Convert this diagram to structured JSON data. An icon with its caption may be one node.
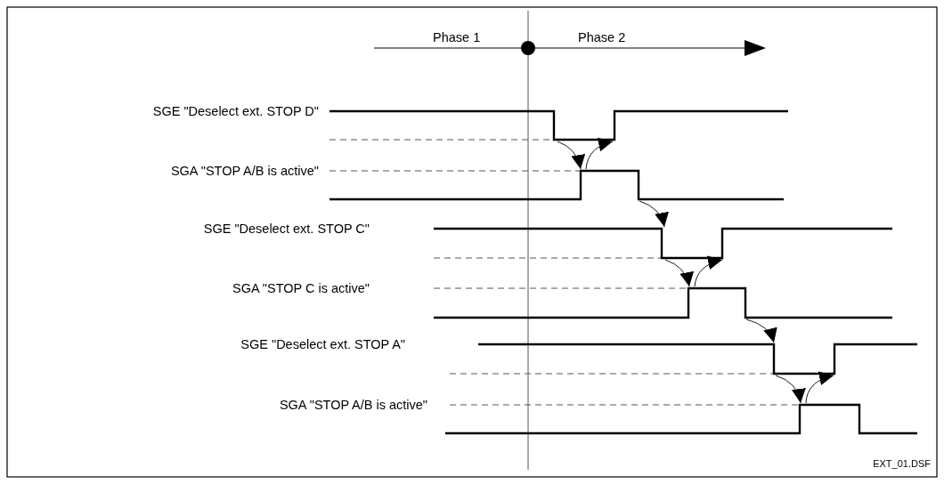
{
  "diagram": {
    "nodes": [
      {
        "text": [
          "SGE \"Deselect ext. STOP D\""
        ]
      },
      {
        "text": [
          "SGA \"STOP A/B is active\""
        ]
      },
      {
        "text": [
          "SGE \"Deselect ext. STOP C\""
        ]
      },
      {
        "text": [
          "SGA \"STOP C is active\""
        ]
      },
      {
        "text": [
          "SGE \"Deselect ext. STOP A\""
        ]
      },
      {
        "text": [
          "SGA \"STOP A/B is active\""
        ]
      }
    ],
    "edges": [
      {
        "from": 0,
        "to": 1,
        "arrow": "to"
      },
      {
        "from": 1,
        "to": 0,
        "arrow": "to"
      },
      {
        "from": 1,
        "to": 2,
        "arrow": "to"
      },
      {
        "from": 2,
        "to": 3,
        "arrow": "to"
      },
      {
        "from": 3,
        "to": 2,
        "arrow": "to"
      },
      {
        "from": 3,
        "to": 4,
        "arrow": "to"
      },
      {
        "from": 4,
        "to": 5,
        "arrow": "to"
      },
      {
        "from": 5,
        "to": 4,
        "arrow": "to"
      }
    ],
    "labels": [
      "Phase 1",
      "Phase 2",
      "EXT_01.DSF"
    ]
  }
}
